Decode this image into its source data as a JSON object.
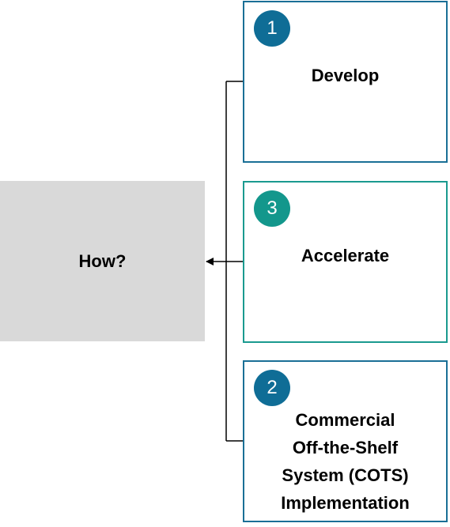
{
  "center": {
    "label": "How?"
  },
  "options": [
    {
      "id": "develop",
      "number": "1",
      "title_lines": [
        "Develop"
      ],
      "border_color": "#1a6f96",
      "badge_color": "#0f6d96"
    },
    {
      "id": "accelerate",
      "number": "3",
      "title_lines": [
        "Accelerate"
      ],
      "border_color": "#1a9a8f",
      "badge_color": "#13978c"
    },
    {
      "id": "cots",
      "number": "2",
      "title_lines": [
        "Commercial",
        "Off-the-Shelf",
        "System (COTS)",
        "Implementation"
      ],
      "border_color": "#1a6f96",
      "badge_color": "#0f6d96"
    }
  ],
  "connector_color": "#000000",
  "how_box_color": "#d9d9d9"
}
